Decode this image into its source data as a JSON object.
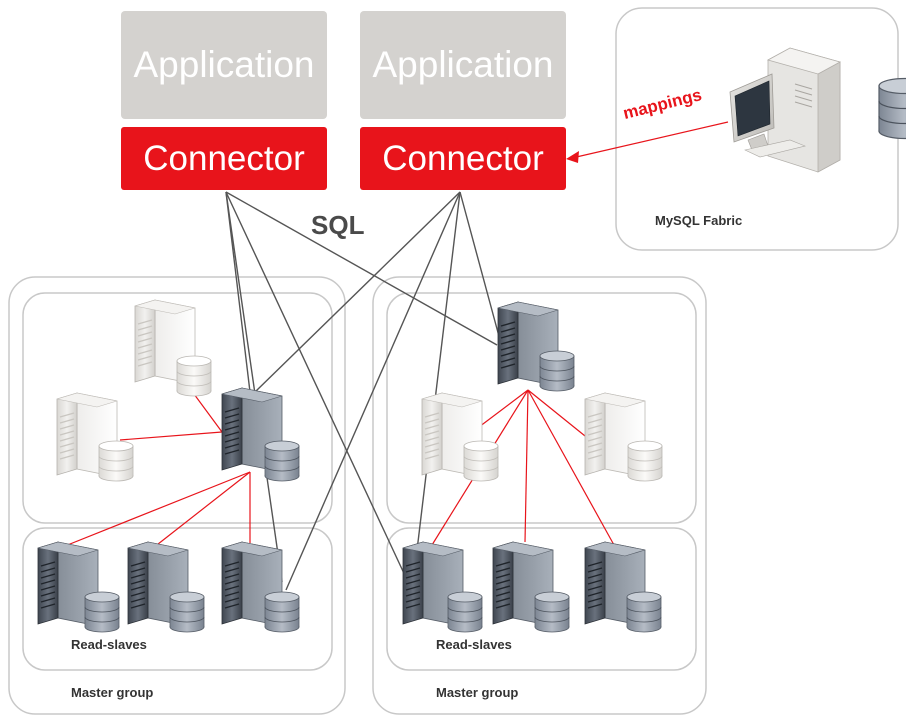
{
  "applications": [
    {
      "label": "Application"
    },
    {
      "label": "Application"
    }
  ],
  "connectors": [
    {
      "label": "Connector"
    },
    {
      "label": "Connector"
    }
  ],
  "labels": {
    "sql": "SQL",
    "mappings": "mappings",
    "fabric": "MySQL Fabric",
    "left_read_slaves": "Read-slaves",
    "right_read_slaves": "Read-slaves",
    "left_master_group": "Master group",
    "right_master_group": "Master group"
  },
  "colors": {
    "connector": "#e8141b",
    "application": "#d4d2cf",
    "link_sql": "#555555",
    "link_replication": "#e8141b",
    "group_border": "#c8c8c8"
  },
  "icons": {
    "active_server": "dark-server-icon",
    "inactive_server": "light-server-icon",
    "database": "database-cylinder-icon",
    "fabric": "workstation-icon"
  }
}
